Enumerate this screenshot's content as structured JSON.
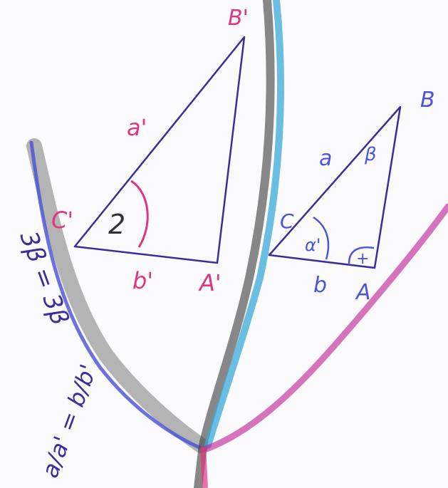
{
  "colors": {
    "paper": "#fbfbfd",
    "ink_blue": "#3a2f9a",
    "pink": "#e0367f",
    "blue_label": "#4a55d8",
    "gray_pencil": "#7a7a7a",
    "cyan_pencil": "#3aaad8",
    "magenta_pencil": "#c02a9a",
    "blue_pencil": "#4650d8",
    "black_marker": "#333333"
  },
  "left_triangle": {
    "vertex_b": "B'",
    "vertex_c": "C'",
    "vertex_a": "A'",
    "side_a": "a'",
    "side_b": "b'",
    "angle_mark": "2"
  },
  "right_triangle": {
    "vertex_b": "B",
    "vertex_c": "C",
    "vertex_a": "A",
    "side_a": "a",
    "side_b": "b",
    "angle_b": "β",
    "angle_c": "α'",
    "angle_a": "+"
  },
  "equations": {
    "line1": "3β = 3β",
    "line2": "a/a' = b/b'"
  }
}
